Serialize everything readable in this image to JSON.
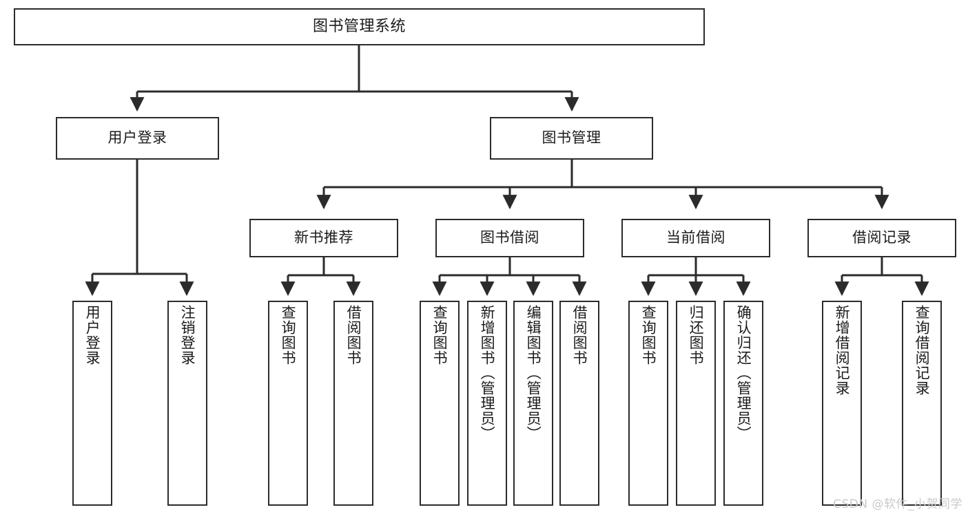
{
  "diagram": {
    "title": "图书管理系统",
    "type": "tree-hierarchy-chart",
    "stroke_color": "#2b2b2b",
    "fill_color": "#ffffff",
    "text_color": "#1b1b1b",
    "watermark": "CSDN @软件_小贺同学",
    "levels": {
      "root": "图书管理系统",
      "level2": [
        "用户登录",
        "图书管理"
      ],
      "level3": [
        "新书推荐",
        "图书借阅",
        "当前借阅",
        "借阅记录"
      ],
      "level4": [
        "用户登录",
        "注销登录",
        "查询图书",
        "借阅图书",
        "查询图书",
        "新增图书（管理员）",
        "编辑图书（管理员）",
        "借阅图书",
        "查询图书",
        "归还图书",
        "确认归还（管理员）",
        "新增借阅记录",
        "查询借阅记录"
      ]
    },
    "nodes": {
      "root": {
        "label": "图书管理系统"
      },
      "user_login": {
        "label": "用户登录"
      },
      "book_manage": {
        "label": "图书管理"
      },
      "new_book_rec": {
        "label": "新书推荐"
      },
      "book_borrow": {
        "label": "图书借阅"
      },
      "current_borrow": {
        "label": "当前借阅"
      },
      "borrow_record": {
        "label": "借阅记录"
      },
      "leaf_user_login": {
        "label": "用户登录"
      },
      "leaf_logout": {
        "label": "注销登录"
      },
      "leaf_query_book_1": {
        "label": "查询图书"
      },
      "leaf_borrow_book_1": {
        "label": "借阅图书"
      },
      "leaf_query_book_2": {
        "label": "查询图书"
      },
      "leaf_add_book": {
        "label": "新增图书（管理员）"
      },
      "leaf_edit_book": {
        "label": "编辑图书（管理员）"
      },
      "leaf_borrow_book_2": {
        "label": "借阅图书"
      },
      "leaf_query_book_3": {
        "label": "查询图书"
      },
      "leaf_return_book": {
        "label": "归还图书"
      },
      "leaf_confirm_return": {
        "label": "确认归还（管理员）"
      },
      "leaf_add_record": {
        "label": "新增借阅记录"
      },
      "leaf_query_record": {
        "label": "查询借阅记录"
      }
    }
  }
}
